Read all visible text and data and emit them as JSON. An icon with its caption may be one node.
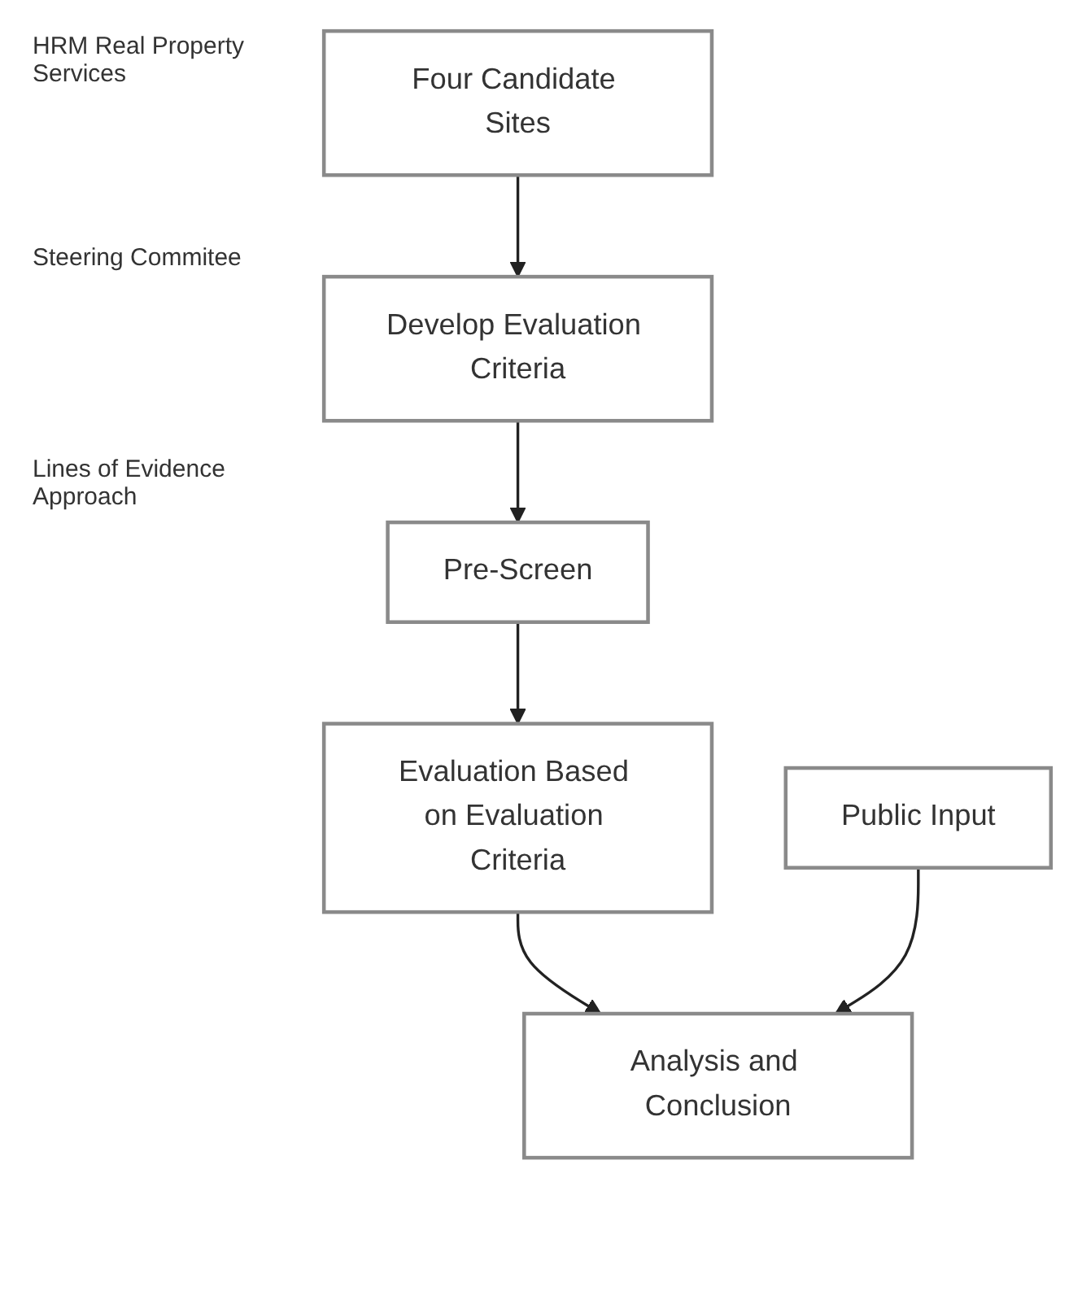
{
  "diagram": {
    "nodes": [
      {
        "text": [
          "Four Candidate Sites"
        ]
      },
      {
        "text": [
          "Develop Evaluation Criteria"
        ]
      },
      {
        "text": [
          "Pre-Screen"
        ]
      },
      {
        "text": [
          "Evaluation Based on Evaluation Criteria"
        ]
      },
      {
        "text": [
          "Public Input"
        ]
      },
      {
        "text": [
          "Analysis and Conclusion"
        ]
      }
    ],
    "edges": [
      {
        "from": 0,
        "to": 1,
        "arrow": "to"
      },
      {
        "from": 1,
        "to": 2,
        "arrow": "to"
      },
      {
        "from": 2,
        "to": 3,
        "arrow": "to"
      },
      {
        "from": 3,
        "to": 5,
        "arrow": "to"
      },
      {
        "from": 4,
        "to": 5,
        "arrow": "to"
      }
    ],
    "labels": [
      "HRM Real Property Services",
      "Steering Commitee",
      "Lines of Evidence Approach"
    ]
  }
}
